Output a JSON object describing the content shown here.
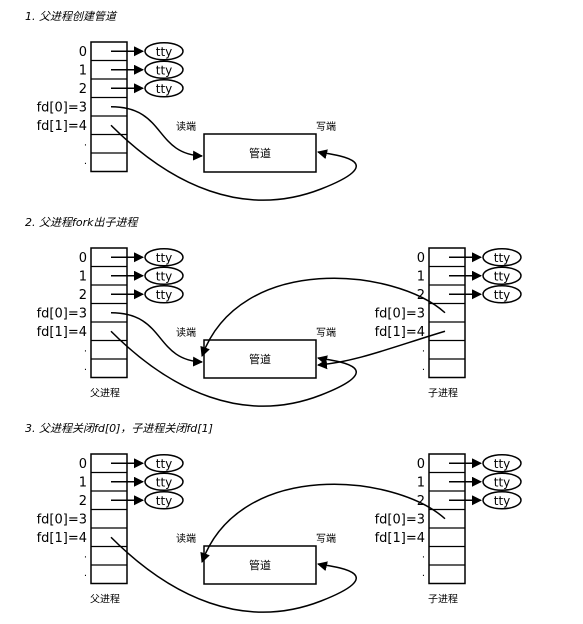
{
  "colors": {
    "stroke": "#000000",
    "background": "#ffffff",
    "text": "#000000"
  },
  "strings": {
    "tty": "tty",
    "pipe": "管道",
    "read_end": "读端",
    "write_end": "写端",
    "parent": "父进程",
    "child": "子进程",
    "fd_labels": [
      "0",
      "1",
      "2",
      "fd[0]=3",
      "fd[1]=4",
      "·",
      "·"
    ]
  },
  "sections": [
    {
      "caption": "1. 父进程创建管道",
      "show_child": false,
      "show_parent_label": false
    },
    {
      "caption": "2. 父进程fork出子进程",
      "show_child": true,
      "show_parent_label": true
    },
    {
      "caption": "3. 父进程关闭fd[0]，子进程关闭fd[1]",
      "show_child": true,
      "show_parent_label": true
    }
  ]
}
